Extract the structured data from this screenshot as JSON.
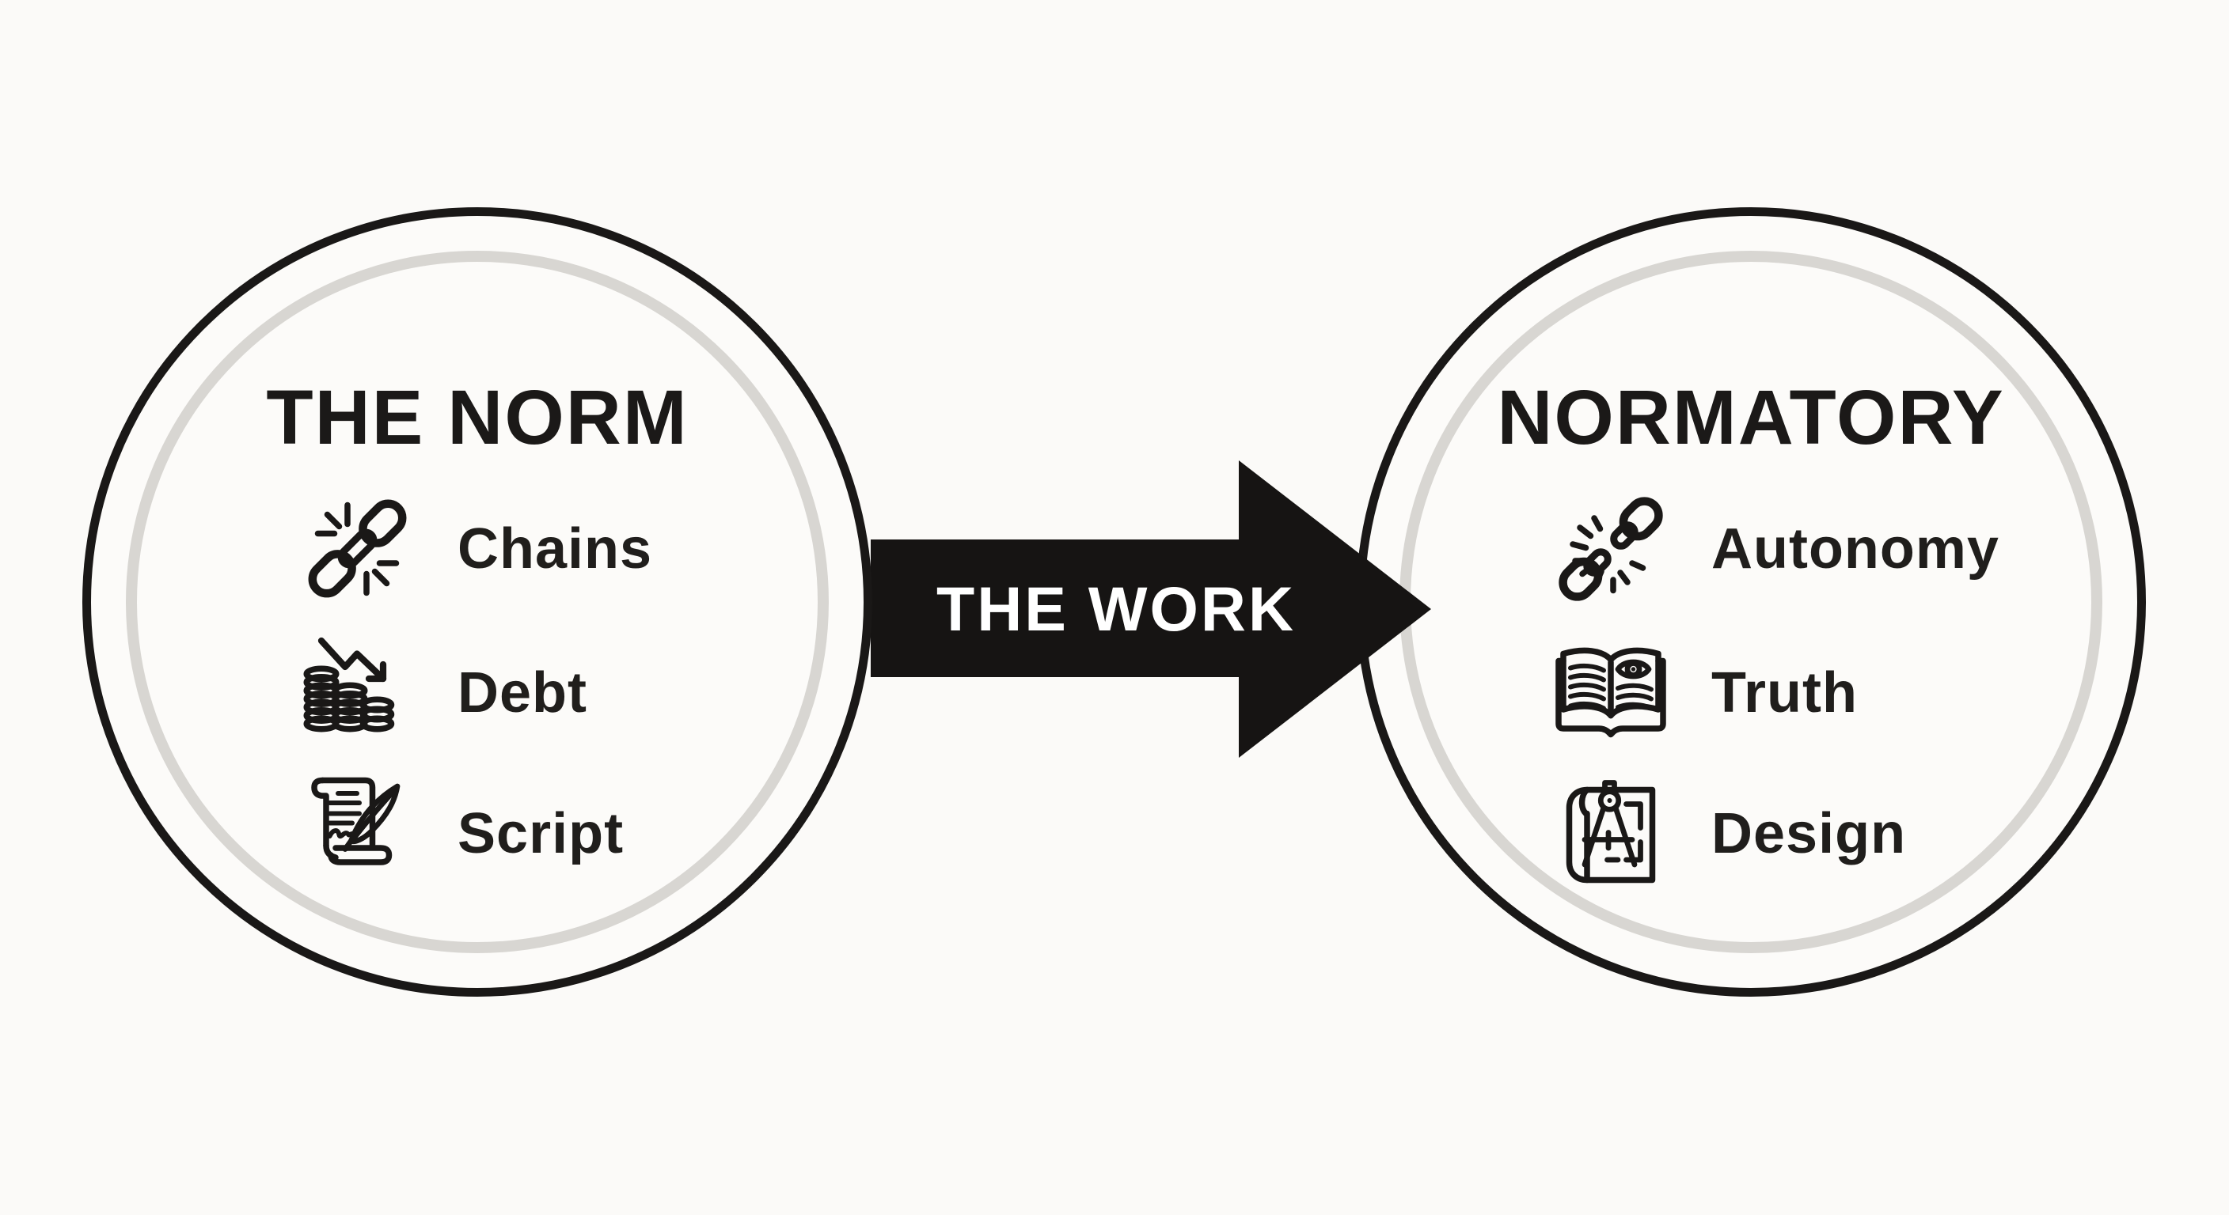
{
  "page": {
    "background": "#fbfaf8"
  },
  "colors": {
    "ink": "#1a1817",
    "inner_ring_gray": "#d8d6d2",
    "arrow_fill": "#161413",
    "arrow_text_color": "#ffffff"
  },
  "left_circle": {
    "title": "THE NORM",
    "items": [
      {
        "icon": "chain-icon",
        "label": "Chains"
      },
      {
        "icon": "coins-decline-icon",
        "label": "Debt"
      },
      {
        "icon": "scroll-quill-icon",
        "label": "Script"
      }
    ]
  },
  "arrow": {
    "label": "THE WORK"
  },
  "right_circle": {
    "title": "NORMATORY",
    "items": [
      {
        "icon": "broken-chain-icon",
        "label": "Autonomy"
      },
      {
        "icon": "book-eye-icon",
        "label": "Truth"
      },
      {
        "icon": "compass-blueprint-icon",
        "label": "Design"
      }
    ]
  }
}
